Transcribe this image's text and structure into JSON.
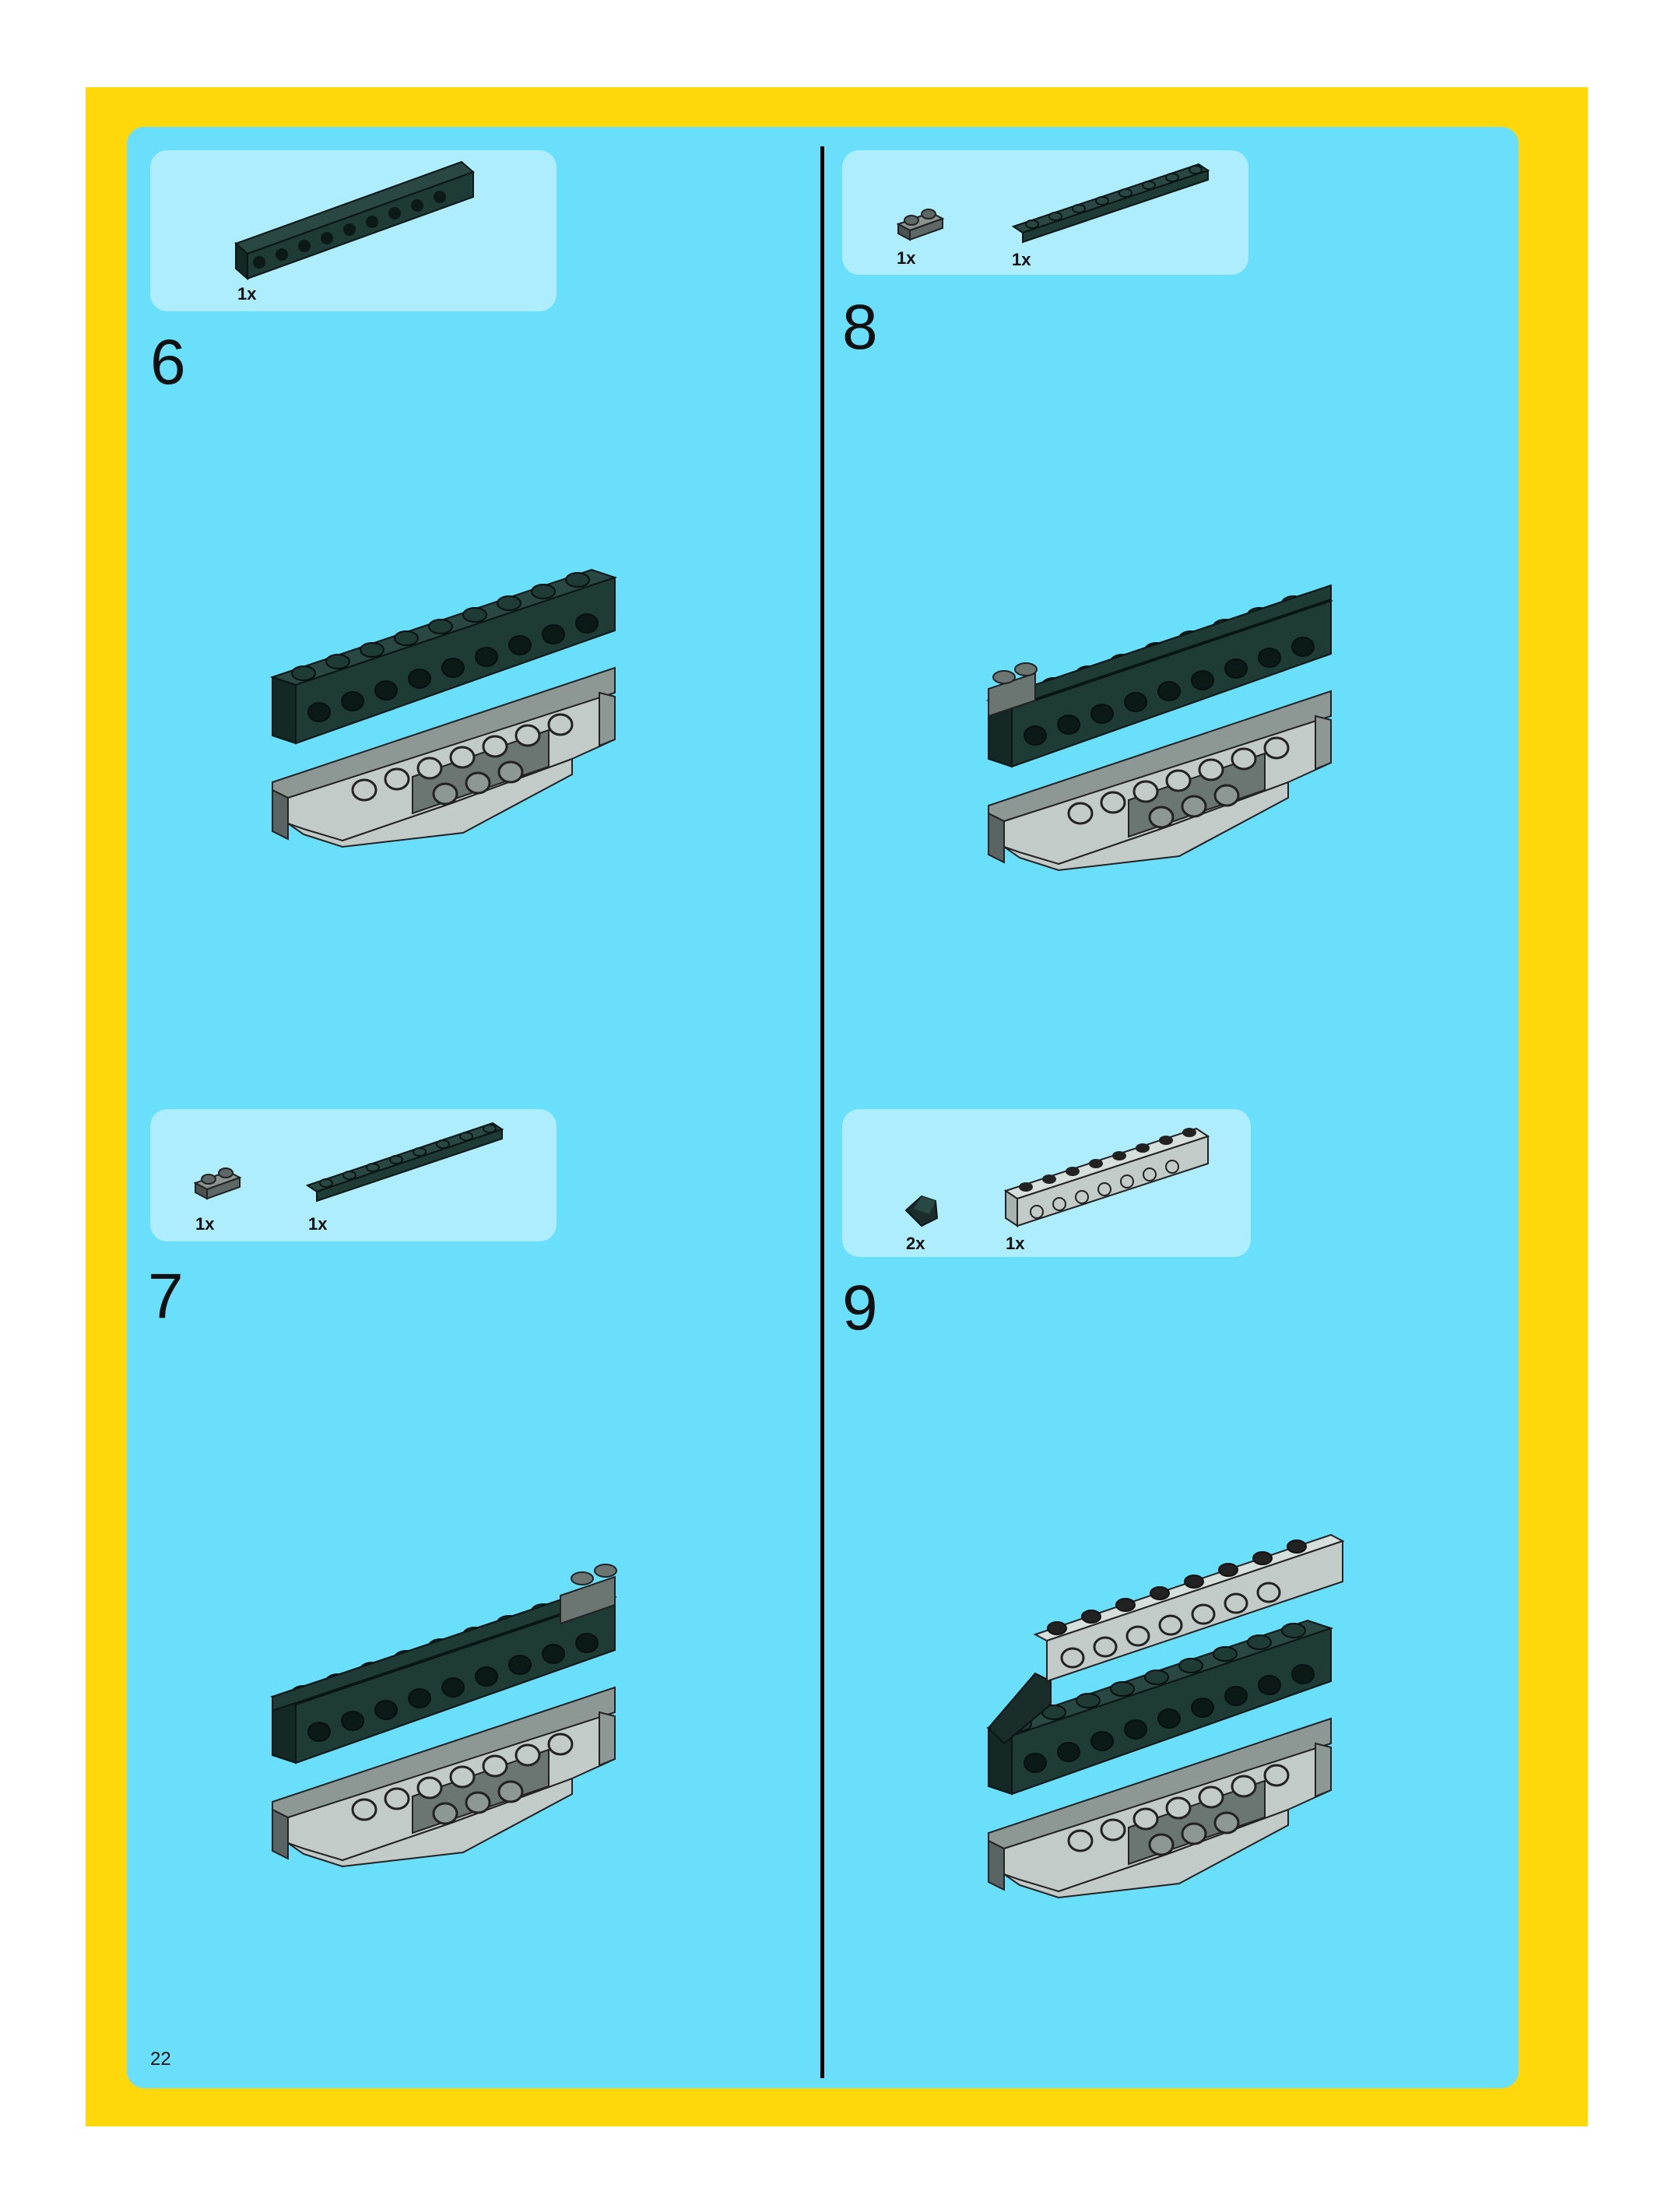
{
  "page": {
    "number": "22"
  },
  "colors": {
    "border": "#fed80a",
    "panel": "#6adffc",
    "parts_box": "#aeedfd",
    "brick_dark": "#1e3b36",
    "brick_gray": "#6b7673",
    "brick_light": "#c2cbc8"
  },
  "steps": [
    {
      "number": "6",
      "parts": [
        {
          "qty": "1x",
          "icon": "dark-technic-beam-1x10"
        }
      ]
    },
    {
      "number": "7",
      "parts": [
        {
          "qty": "1x",
          "icon": "gray-plate-1x2"
        },
        {
          "qty": "1x",
          "icon": "dark-plate-1x8"
        }
      ]
    },
    {
      "number": "8",
      "parts": [
        {
          "qty": "1x",
          "icon": "gray-plate-1x2"
        },
        {
          "qty": "1x",
          "icon": "dark-plate-1x8"
        }
      ]
    },
    {
      "number": "9",
      "parts": [
        {
          "qty": "2x",
          "icon": "dark-slope-1x1"
        },
        {
          "qty": "1x",
          "icon": "light-technic-beam-1x8"
        }
      ]
    }
  ]
}
